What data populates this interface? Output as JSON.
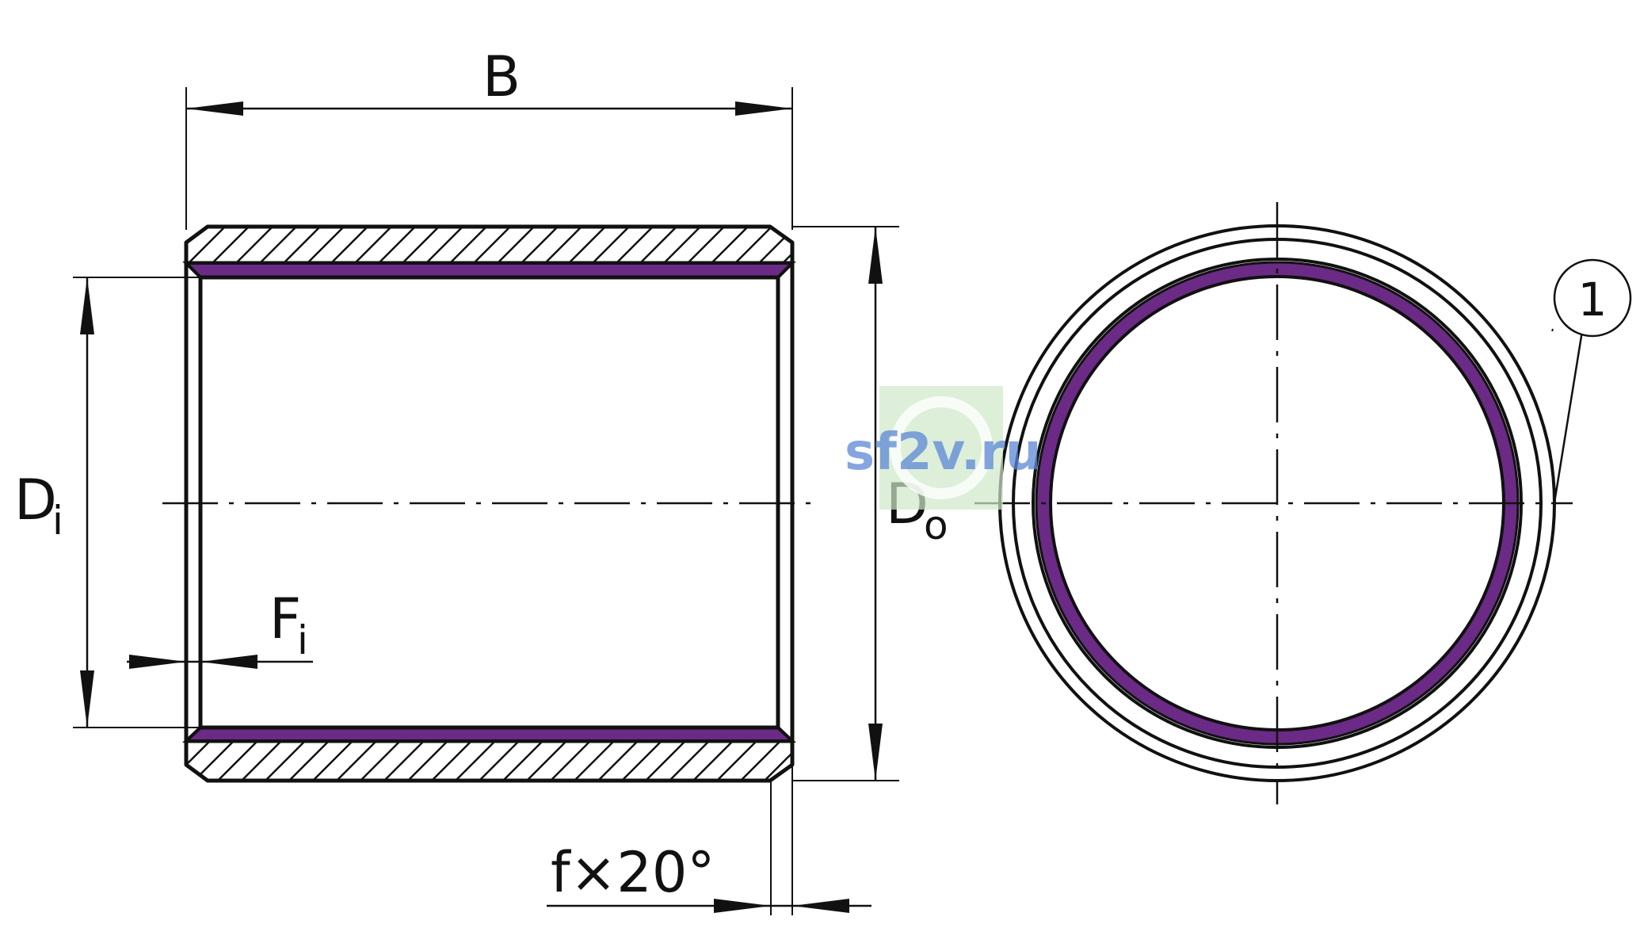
{
  "labels": {
    "width": "B",
    "inner_diameter_main": "D",
    "inner_diameter_sub": "i",
    "outer_diameter_main": "D",
    "outer_diameter_sub": "o",
    "inner_chamfer_main": "F",
    "inner_chamfer_sub": "i",
    "chamfer_spec": "f×20°",
    "callout_number": "1"
  },
  "watermark": "sf2v.ru",
  "colors": {
    "outline": "#111111",
    "sliding_layer": "#6b2a86",
    "watermark_text": "#5b87d6",
    "watermark_bg": "#cfe8c8"
  }
}
